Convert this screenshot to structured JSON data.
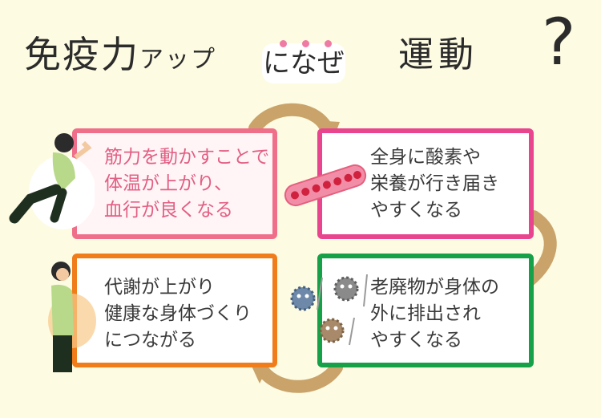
{
  "title": {
    "main_part1": "免疫力",
    "main_part2": "アップ",
    "why": "になぜ",
    "exercise": "運動",
    "question_mark": "?"
  },
  "steps": [
    {
      "lines": [
        "筋力を動かすことで",
        "体温が上がり、",
        "血行が良くなる"
      ]
    },
    {
      "lines": [
        "全身に酸素や",
        "栄養が行き届き",
        "やすくなる"
      ]
    },
    {
      "lines": [
        "代謝が上がり",
        "健康な身体づくり",
        "につながる"
      ]
    },
    {
      "lines": [
        "老廃物が身体の",
        "外に排出され",
        "やすくなる"
      ]
    }
  ],
  "colors": {
    "background": "#fdfbe2",
    "step1_border": "#ef6f8a",
    "step2_border": "#e8458e",
    "step3_border": "#f07d1a",
    "step4_border": "#16a048",
    "cycle_arrow": "#c9a36a",
    "blood_vessel": "#f28da8",
    "blood_cell": "#d0223f"
  }
}
